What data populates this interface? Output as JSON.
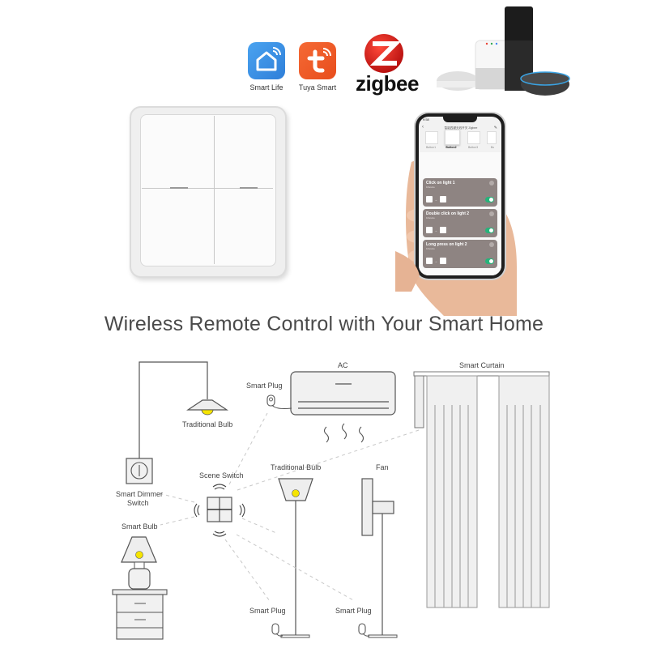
{
  "logos": {
    "smart_life": {
      "label": "Smart Life",
      "color": "#3a8ee6"
    },
    "tuya_smart": {
      "label": "Tuya Smart",
      "color": "#ef5b28"
    },
    "zigbee": {
      "label": "zigbee",
      "color": "#d81e1e"
    }
  },
  "speakers": [
    "google-home-mini",
    "google-home",
    "amazon-echo",
    "echo-dot"
  ],
  "phone_app": {
    "status_time": "9:58",
    "title": "智能四键无线开关 Zigbee",
    "buttons": [
      "Button1",
      "Button2",
      "Button3",
      "Bu"
    ],
    "selected_button": "Button2",
    "scenes": [
      {
        "title": "Click on light 1",
        "subtitle": "1Device",
        "enabled": true
      },
      {
        "title": "Double click on light 2",
        "subtitle": "1Device",
        "enabled": true
      },
      {
        "title": "Long press on light 2",
        "subtitle": "1Device",
        "enabled": true
      }
    ]
  },
  "headline": "Wireless Remote Control with Your Smart Home",
  "diagram": {
    "labels": {
      "traditional_bulb_ceiling": "Traditional Bulb",
      "smart_plug_ac": "Smart Plug",
      "ac": "AC",
      "smart_curtain": "Smart Curtain",
      "smart_dimmer": "Smart Dimmer",
      "smart_dimmer_2": "Switch",
      "scene_switch": "Scene Switch",
      "traditional_bulb_floor": "Traditional Bulb",
      "fan": "Fan",
      "smart_bulb": "Smart Bulb",
      "smart_plug_lamp": "Smart Plug",
      "smart_plug_fan": "Smart Plug"
    },
    "bulb_color": "#f5e400"
  }
}
